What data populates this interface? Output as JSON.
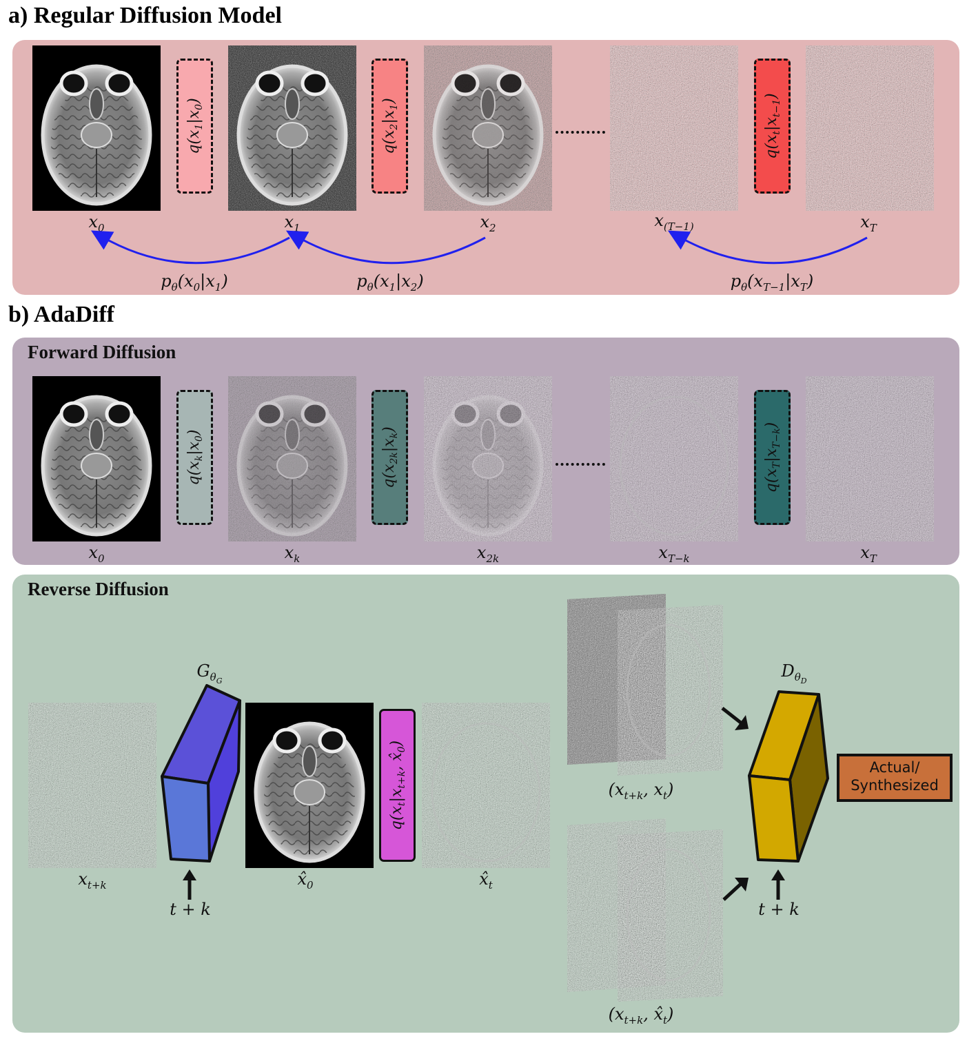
{
  "section_a": {
    "title": "a) Regular Diffusion Model",
    "colors": {
      "panel": "#e2b5b6",
      "arrow": "#2020ee"
    },
    "images": [
      {
        "label": "x",
        "sub": "0",
        "kind": "brain-clean"
      },
      {
        "label": "x",
        "sub": "1",
        "kind": "brain-slight-noise"
      },
      {
        "label": "x",
        "sub": "2",
        "kind": "brain-noise"
      },
      {
        "label": "x",
        "sub": "(T−1)",
        "kind": "noise"
      },
      {
        "label": "x",
        "sub": "T",
        "kind": "noise"
      }
    ],
    "transitions": [
      {
        "text": "q(x",
        "sub1": "1",
        "mid": "|x",
        "sub2": "0",
        "end": ")",
        "color": "#f8a9ae"
      },
      {
        "text": "q(x",
        "sub1": "2",
        "mid": "|x",
        "sub2": "1",
        "end": ")",
        "color": "#f78384"
      },
      {
        "text": "q(x",
        "sub1": "t",
        "mid": "|x",
        "sub2": "t−1",
        "end": ")",
        "color": "#f34c4c"
      }
    ],
    "reverse": [
      {
        "text": "p",
        "theta": "θ",
        "rest": "(x",
        "sub1": "0",
        "mid": "|x",
        "sub2": "1",
        "end": ")"
      },
      {
        "text": "p",
        "theta": "θ",
        "rest": "(x",
        "sub1": "1",
        "mid": "|x",
        "sub2": "2",
        "end": ")"
      },
      {
        "text": "p",
        "theta": "θ",
        "rest": "(x",
        "sub1": "T−1",
        "mid": "|x",
        "sub2": "T",
        "end": ")"
      }
    ]
  },
  "section_b": {
    "title": "b) AdaDiff",
    "forward": {
      "title": "Forward Diffusion",
      "colors": {
        "panel": "#b9a9ba"
      },
      "images": [
        {
          "label": "x",
          "sub": "0",
          "kind": "brain-clean"
        },
        {
          "label": "x",
          "sub": "k",
          "kind": "brain-faded"
        },
        {
          "label": "x",
          "sub": "2k",
          "kind": "brain-ghost"
        },
        {
          "label": "x",
          "sub": "T−k",
          "kind": "noise-ghost"
        },
        {
          "label": "x",
          "sub": "T",
          "kind": "noise"
        }
      ],
      "transitions": [
        {
          "text": "q(x",
          "sub1": "k",
          "mid": "|x",
          "sub2": "0",
          "end": ")",
          "color": "#a7b6b4"
        },
        {
          "text": "q(x",
          "sub1": "2k",
          "mid": "|x",
          "sub2": "k",
          "end": ")",
          "color": "#577e7b"
        },
        {
          "text": "q(x",
          "sub1": "T",
          "mid": "|x",
          "sub2": "T−k",
          "end": ")",
          "color": "#2b6a6a"
        }
      ]
    },
    "reverse": {
      "title": "Reverse Diffusion",
      "colors": {
        "panel": "#b6cbbc",
        "generator": "#5a5ce0",
        "discriminator": "#d2a800",
        "output": "#c8703a",
        "q_box": "#d656d8"
      },
      "input_label": {
        "label": "x",
        "sub": "t+k"
      },
      "generator_label": {
        "label": "G",
        "sub": "θ",
        "subsub": "G"
      },
      "generator_step": "t + k",
      "x0_hat_label": {
        "label": "x̂",
        "sub": "0"
      },
      "q_box": {
        "text": "q(x",
        "sub1": "t",
        "mid": "|x",
        "sub2": "t+k",
        "end": ", x̂",
        "sub3": "0",
        "close": ")"
      },
      "xt_hat_label": {
        "label": "x̂",
        "sub": "t"
      },
      "pair_real_label": "(x_{t+k}, x_t)",
      "pair_real": {
        "open": "(x",
        "sub1": "t+k",
        "mid": ", x",
        "sub2": "t",
        "close": ")"
      },
      "pair_fake": {
        "open": "(x",
        "sub1": "t+k",
        "mid": ", x̂",
        "sub2": "t",
        "close": ")"
      },
      "discriminator_label": {
        "label": "D",
        "sub": "θ",
        "subsub": "D"
      },
      "discriminator_step": "t + k",
      "output_line1": "Actual/",
      "output_line2": "Synthesized"
    }
  }
}
